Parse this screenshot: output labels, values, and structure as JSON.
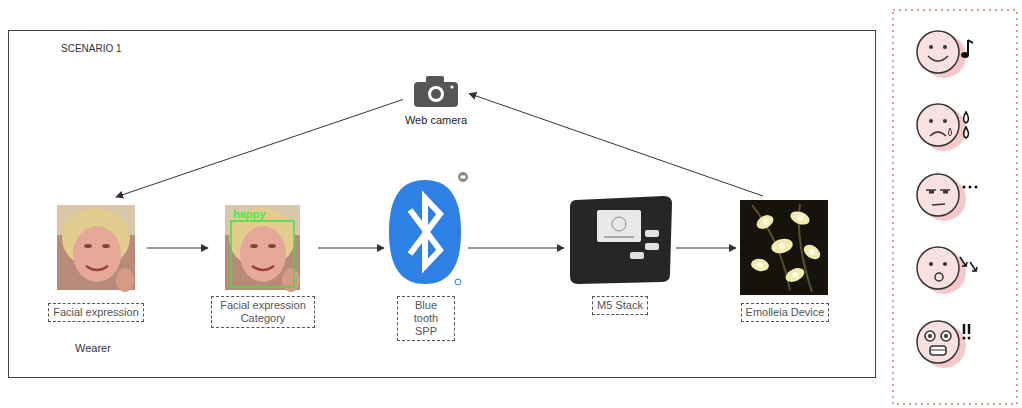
{
  "diagram": {
    "nodes": [
      {
        "text": [
          "SCENARIO 1"
        ]
      },
      {
        "text": [
          "Web camera"
        ],
        "in": 0
      },
      {
        "text": [
          "Facial expression"
        ],
        "in": 0
      },
      {
        "text": [
          "Facial expression Category"
        ],
        "in": 0
      },
      {
        "text": [
          "Blue tooth SPP"
        ],
        "in": 0
      },
      {
        "text": [
          "M5 Stack"
        ],
        "in": 0
      },
      {
        "text": [
          "Emolleia Device"
        ],
        "in": 0
      }
    ],
    "edges": [
      {
        "from": 1,
        "to": 2,
        "arrow": "to"
      },
      {
        "from": 2,
        "to": 3,
        "arrow": "to"
      },
      {
        "from": 3,
        "to": 4,
        "arrow": "to"
      },
      {
        "from": 4,
        "to": 5,
        "arrow": "to"
      },
      {
        "from": 5,
        "to": 6,
        "arrow": "to"
      },
      {
        "from": 6,
        "to": 1,
        "arrow": "to"
      }
    ],
    "labels": [
      "Wearer",
      "happy"
    ]
  }
}
